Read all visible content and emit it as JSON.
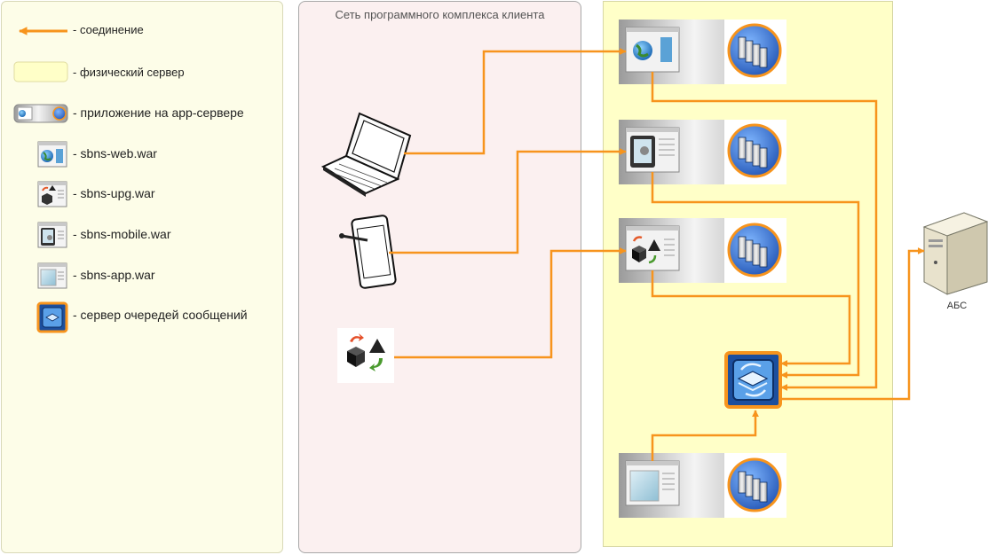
{
  "client_network": {
    "title": "Сеть программного комплекса клиента"
  },
  "legend": {
    "connection": "- соединение",
    "physical_server": "- физический сервер",
    "app_on_server": "- приложение на app-сервере",
    "web_war": "- sbns-web.war",
    "upg_war": "- sbns-upg.war",
    "mobile_war": "- sbns-mobile.war",
    "app_war": "- sbns-app.war",
    "mq_server": "- сервер очередей сообщений"
  },
  "abs": {
    "label": "АБС"
  },
  "colors": {
    "connection": "#f7941d",
    "physical_server": "#ffffc8",
    "client_network_bg": "#fbf0f0",
    "mq_border": "#f7941d",
    "mq_fill": "#1c4f9e"
  }
}
